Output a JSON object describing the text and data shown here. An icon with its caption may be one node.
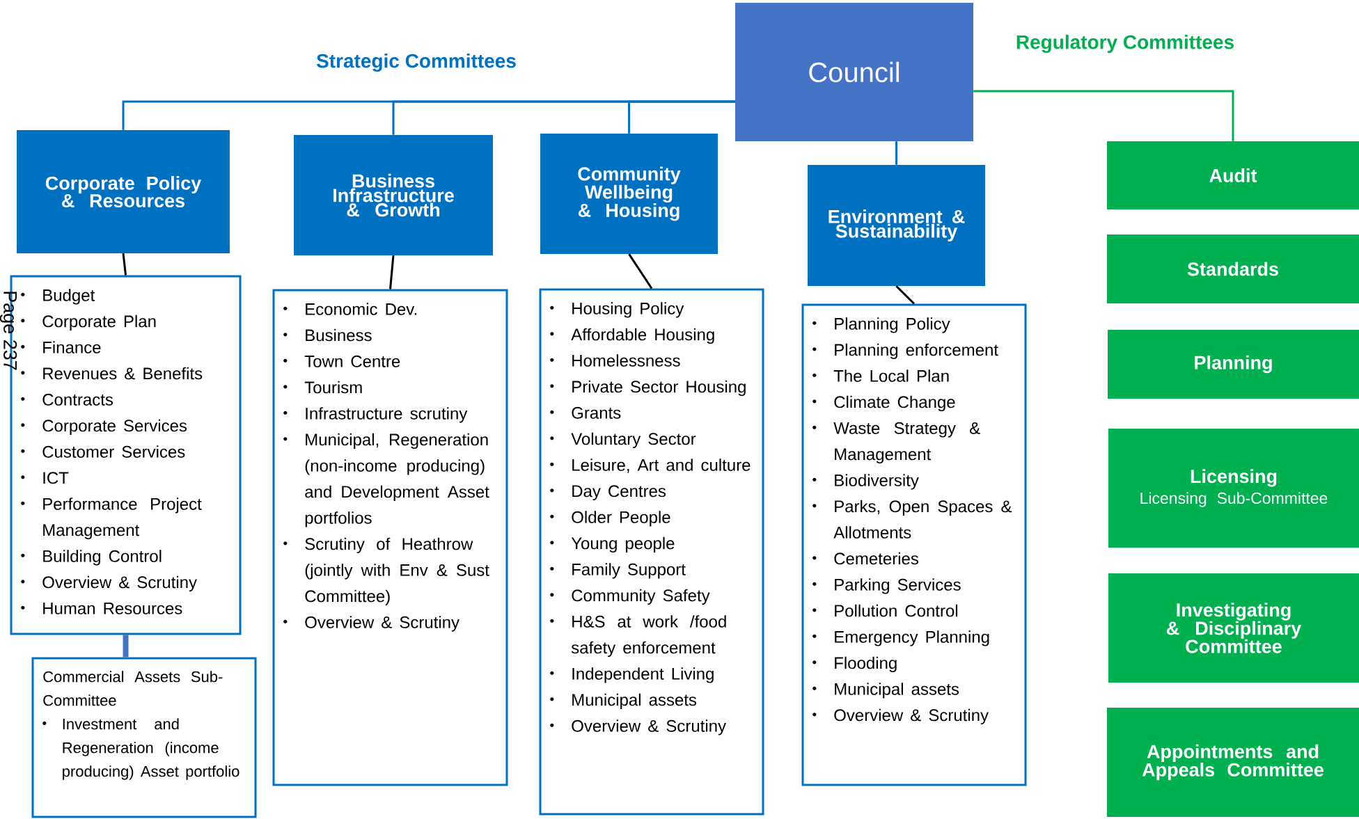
{
  "diagram": {
    "nodes": [
      {
        "text": [
          "Council"
        ]
      },
      {
        "text": [
          "Corporate Policy & Resources"
        ]
      },
      {
        "text": [
          "Business Infrastructure & Growth"
        ]
      },
      {
        "text": [
          "Community Wellbeing & Housing"
        ]
      },
      {
        "text": [
          "Environment & Sustainability"
        ]
      },
      {
        "text": [
          "Audit"
        ]
      },
      {
        "text": [
          "Standards"
        ]
      },
      {
        "text": [
          "Planning"
        ]
      },
      {
        "text": [
          "Licensing",
          "Licensing Sub-Committee"
        ]
      },
      {
        "text": [
          "Investigating & Disciplinary Committee"
        ]
      },
      {
        "text": [
          "Appointments and Appeals Committee"
        ]
      },
      {
        "text": [
          "Budget",
          "Corporate Plan",
          "Finance",
          "Revenues & Benefits",
          "Contracts",
          "Corporate Services",
          "Customer Services",
          "ICT",
          "Performance Project Management",
          "Building Control",
          "Overview & Scrutiny",
          "Human Resources"
        ]
      },
      {
        "text": [
          "Economic Dev.",
          "Business",
          "Town Centre",
          "Tourism",
          "Infrastructure scrutiny",
          "Municipal, Regeneration (non-income producing) and Development Asset portfolios",
          "Scrutiny of Heathrow (jointly with Env & Sust Committee)",
          "Overview & Scrutiny"
        ]
      },
      {
        "text": [
          "Housing Policy",
          "Affordable Housing",
          "Homelessness",
          "Private Sector Housing",
          "Grants",
          "Voluntary Sector",
          "Leisure, Art and culture",
          "Day Centres",
          "Older People",
          "Young people",
          "Family Support",
          "Community Safety",
          "H&S at work /food safety enforcement",
          "Independent Living",
          "Municipal assets",
          "Overview & Scrutiny"
        ]
      },
      {
        "text": [
          "Planning Policy",
          "Planning enforcement",
          "The Local Plan",
          "Climate Change",
          "Waste Strategy & Management",
          "Biodiversity",
          "Parks, Open Spaces & Allotments",
          "Cemeteries",
          "Parking Services",
          "Pollution Control",
          "Emergency Planning",
          "Flooding",
          "Municipal assets",
          "Overview & Scrutiny"
        ]
      },
      {
        "text": [
          "Commercial Assets Sub-Committee",
          "Investment and Regeneration (income producing) Asset portfolio"
        ]
      }
    ],
    "edges": [
      {
        "from": 0,
        "to": 1,
        "arrow": "none"
      },
      {
        "from": 0,
        "to": 2,
        "arrow": "none"
      },
      {
        "from": 0,
        "to": 3,
        "arrow": "none"
      },
      {
        "from": 0,
        "to": 4,
        "arrow": "none"
      },
      {
        "from": 0,
        "to": 5,
        "arrow": "none",
        "color": "#00b050"
      },
      {
        "from": 1,
        "to": 11,
        "arrow": "none",
        "color": "#000000"
      },
      {
        "from": 2,
        "to": 12,
        "arrow": "none",
        "color": "#000000"
      },
      {
        "from": 3,
        "to": 13,
        "arrow": "none",
        "color": "#000000"
      },
      {
        "from": 4,
        "to": 14,
        "arrow": "none",
        "color": "#000000"
      },
      {
        "from": 11,
        "to": 15,
        "arrow": "none",
        "style": "thick",
        "color": "#4472c4"
      }
    ],
    "labels": [
      "Strategic Committees",
      "Regulatory Committees",
      "Page 237"
    ]
  }
}
